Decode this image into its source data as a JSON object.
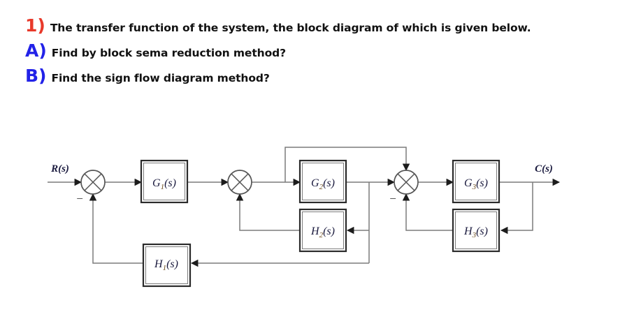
{
  "questions": [
    {
      "marker": "1)",
      "marker_color": "#e8392a",
      "text": "The transfer function of the system, the block diagram of which is given below."
    },
    {
      "marker": "A)",
      "marker_color": "#2222e8",
      "text": "Find by block sema reduction method?"
    },
    {
      "marker": "B)",
      "marker_color": "#2222e8",
      "text": "Find the sign flow diagram method?"
    }
  ],
  "diagram": {
    "input_label": "R(s)",
    "output_label": "C(s)",
    "blocks": [
      {
        "id": "G1",
        "base": "G",
        "sub": "1",
        "suffix": "(s)"
      },
      {
        "id": "G2",
        "base": "G",
        "sub": "2",
        "suffix": "(s)"
      },
      {
        "id": "G3",
        "base": "G",
        "sub": "3",
        "suffix": "(s)"
      },
      {
        "id": "H1",
        "base": "H",
        "sub": "1",
        "suffix": "(s)"
      },
      {
        "id": "H2",
        "base": "H",
        "sub": "2",
        "suffix": "(s)"
      },
      {
        "id": "H3",
        "base": "H",
        "sub": "3",
        "suffix": "(s)"
      }
    ],
    "summing_junctions": [
      {
        "id": "sum1",
        "sign": "−"
      },
      {
        "id": "sum2",
        "sign": ""
      },
      {
        "id": "sum3",
        "sign": "−"
      }
    ]
  }
}
